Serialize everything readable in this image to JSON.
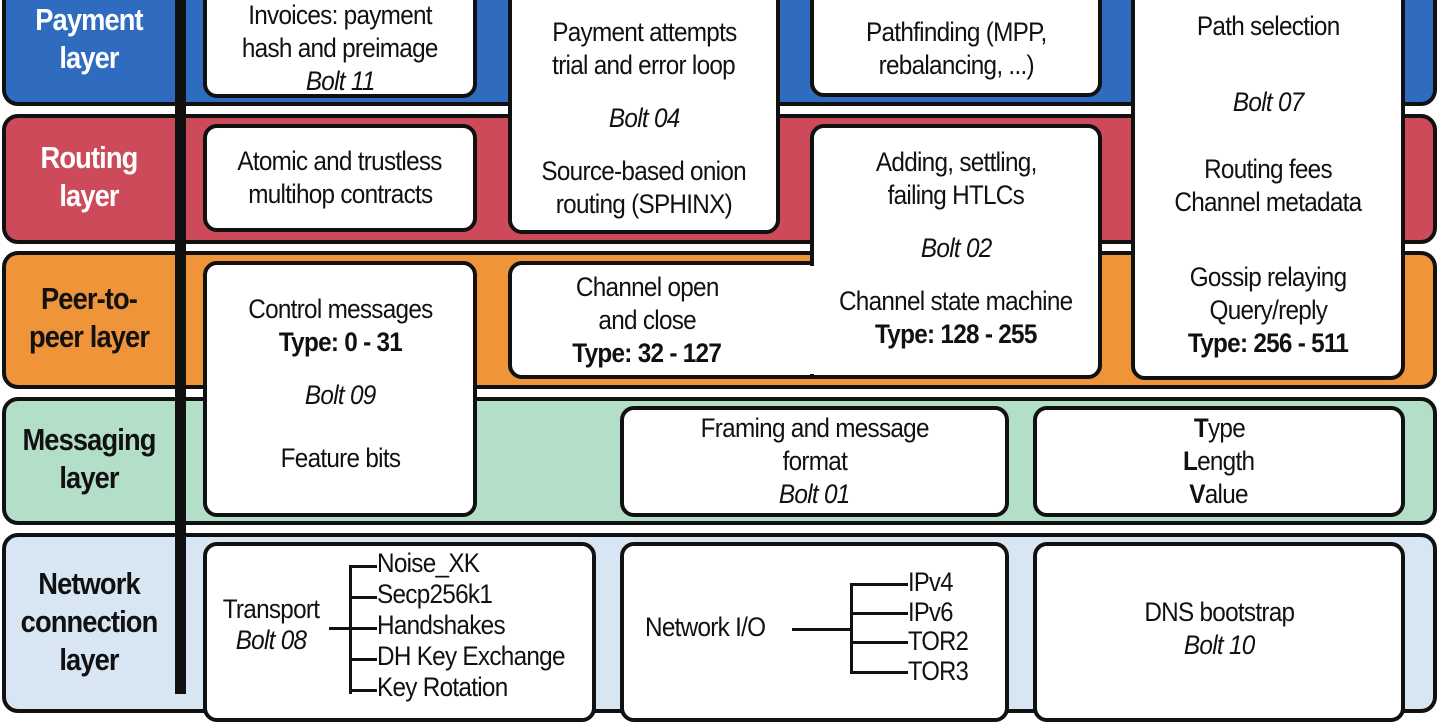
{
  "colors": {
    "payment": "#2f6bbf",
    "routing": "#cd4a5a",
    "peer": "#ef9438",
    "messaging": "#b3dfc8",
    "network": "#d8e6f4",
    "outline": "#111111"
  },
  "layers": [
    {
      "id": "payment",
      "label_lines": [
        "Payment",
        "layer"
      ]
    },
    {
      "id": "routing",
      "label_lines": [
        "Routing",
        "layer"
      ]
    },
    {
      "id": "peer",
      "label_lines": [
        "Peer-to-",
        "peer layer"
      ]
    },
    {
      "id": "messaging",
      "label_lines": [
        "Messaging",
        "layer"
      ]
    },
    {
      "id": "network",
      "label_lines": [
        "Network",
        "connection",
        "layer"
      ]
    }
  ],
  "boxes": {
    "invoices": {
      "lines": [
        "Invoices: payment",
        "hash and preimage"
      ],
      "bolt": "Bolt 11"
    },
    "bolt04": {
      "lines_top": [
        "Payment attempts",
        "trial and error loop"
      ],
      "bolt": "Bolt 04",
      "lines_bottom": [
        "Source-based onion",
        "routing (SPHINX)"
      ]
    },
    "pathfinding": {
      "lines": [
        "Pathfinding (MPP,",
        "rebalancing, ...)"
      ]
    },
    "bolt07": {
      "title": "Path selection",
      "bolt": "Bolt 07",
      "lines_mid": [
        "Routing fees",
        "Channel metadata"
      ],
      "lines_bottom": [
        "Gossip relaying",
        "Query/reply"
      ],
      "type": "Type: 256 - 511"
    },
    "atomic": {
      "lines": [
        "Atomic and trustless",
        "multihop contracts"
      ]
    },
    "bolt02": {
      "lines_top": [
        "Adding, settling,",
        "failing HTLCs"
      ],
      "bolt": "Bolt 02",
      "line_state": "Channel state machine",
      "type": "Type: 128 - 255"
    },
    "channel_open": {
      "lines": [
        "Channel open",
        "and close"
      ],
      "type": "Type: 32 - 127"
    },
    "bolt09": {
      "title": "Control messages",
      "type": "Type: 0 - 31",
      "bolt": "Bolt 09",
      "feature": "Feature bits"
    },
    "framing": {
      "lines": [
        "Framing and message",
        "format"
      ],
      "bolt": "Bolt 01"
    },
    "tlv": {
      "items": [
        {
          "initial": "T",
          "rest": "ype"
        },
        {
          "initial": "L",
          "rest": "ength"
        },
        {
          "initial": "V",
          "rest": "alue"
        }
      ]
    },
    "transport": {
      "label": "Transport",
      "bolt": "Bolt 08",
      "items": [
        "Noise_XK",
        "Secp256k1",
        "Handshakes",
        "DH Key Exchange",
        "Key Rotation"
      ]
    },
    "network_io": {
      "label": "Network I/O",
      "items": [
        "IPv4",
        "IPv6",
        "TOR2",
        "TOR3"
      ]
    },
    "dns": {
      "label": "DNS bootstrap",
      "bolt": "Bolt 10"
    }
  }
}
